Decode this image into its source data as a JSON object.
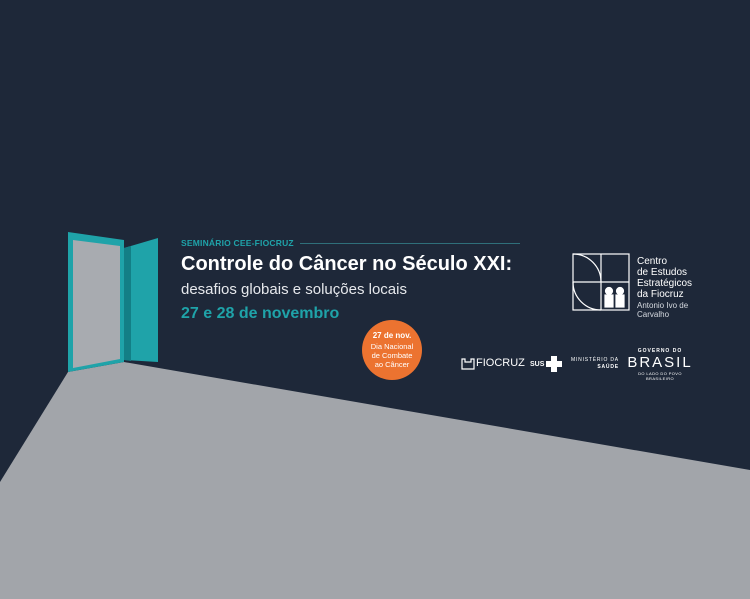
{
  "event": {
    "kicker": "SEMINÁRIO CEE-FIOCRUZ",
    "title": "Controle do Câncer no Século XXI:",
    "subtitle": "desafios globais e soluções locais",
    "dates": "27 e 28 de novembro"
  },
  "badge": {
    "date": "27 de nov.",
    "line1": "Dia Nacional",
    "line2": "de Combate",
    "line3": "ao Câncer"
  },
  "cee": {
    "line1": "Centro",
    "line2": "de Estudos",
    "line3": "Estratégicos",
    "line4": "da Fiocruz",
    "sub1": "Antonio Ivo de",
    "sub2": "Carvalho"
  },
  "logos": {
    "fiocruz": "FIOCRUZ",
    "sus": "SUS",
    "ministerio1": "MINISTÉRIO DA",
    "ministerio2": "SAÚDE",
    "gov_top": "GOVERNO DO",
    "gov_main": "BRASIL",
    "gov_bottom": "DO LADO DO POVO BRASILEIRO"
  },
  "colors": {
    "background": "#1e2839",
    "teal": "#1fa3a9",
    "orange": "#ec7330",
    "floor": "#a2a5aa"
  }
}
